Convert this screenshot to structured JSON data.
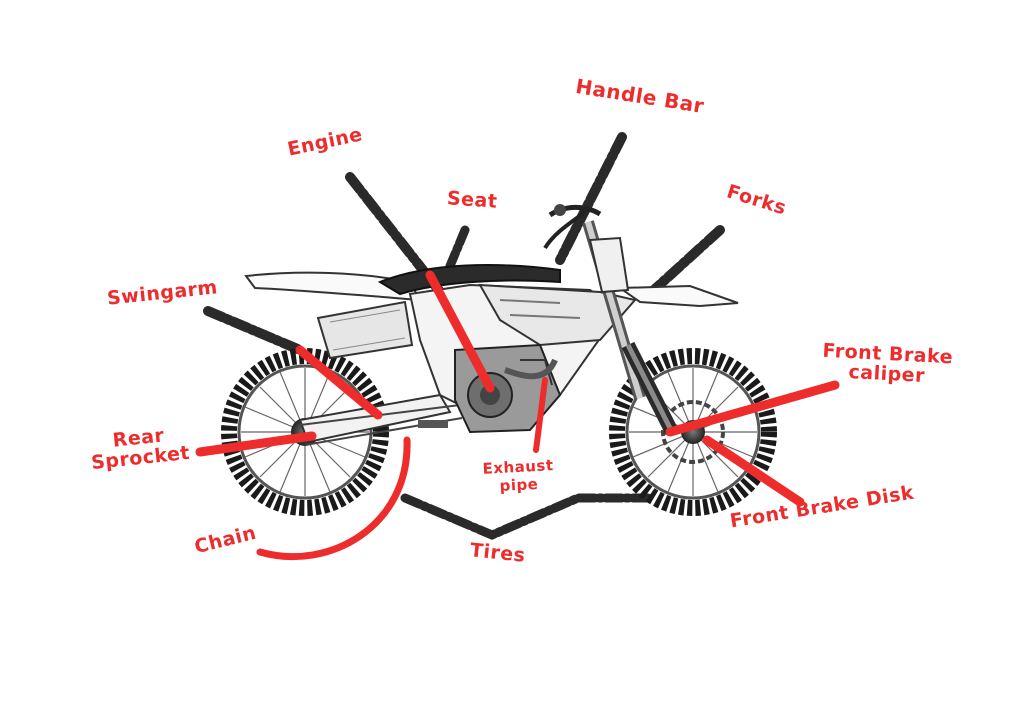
{
  "colors": {
    "label_red": "#ee2c2c",
    "pointer_dark": "#2a2a2a",
    "bike_line": "#333333",
    "tire": "#1a1a1a"
  },
  "labels": {
    "engine": "Engine",
    "handle_bar": "Handle Bar",
    "seat": "Seat",
    "forks": "Forks",
    "swingarm": "Swingarm",
    "front_brake_caliper_line1": "Front Brake",
    "front_brake_caliper_line2": "caliper",
    "rear_sprocket_line1": "Rear",
    "rear_sprocket_line2": "Sprocket",
    "exhaust_pipe_line1": "Exhaust",
    "exhaust_pipe_line2": "pipe",
    "chain": "Chain",
    "tires": "Tires",
    "front_brake_disk": "Front Brake Disk"
  }
}
